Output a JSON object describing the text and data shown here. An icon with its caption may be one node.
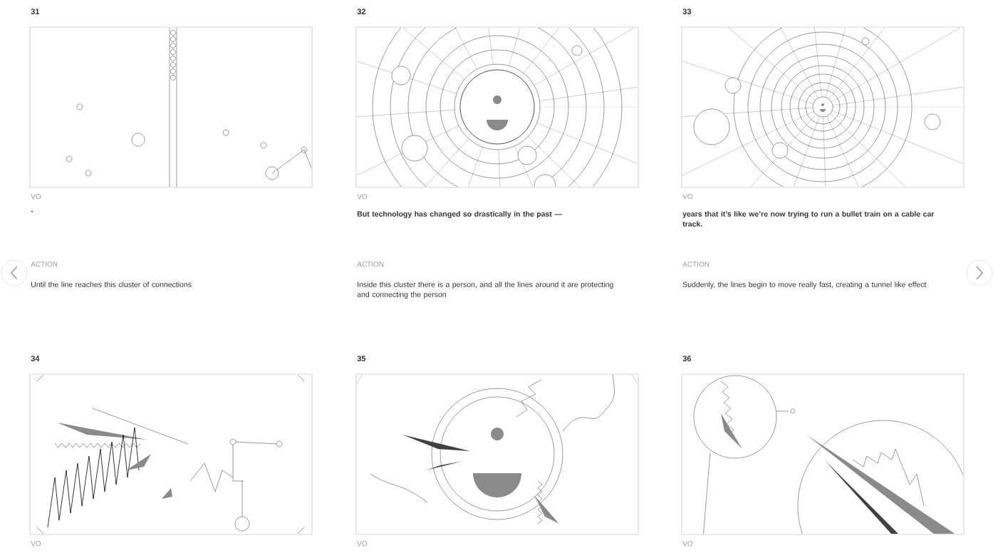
{
  "diagram": {
    "labels": [
      "31",
      "VO",
      "-",
      "ACTION",
      "Until the line reaches this cluster of connections",
      "32",
      "VO",
      "But technology has changed so drastically in the past —",
      "ACTION",
      "Inside this cluster there is a person, and all the lines around it are protecting and connecting the person",
      "33",
      "VO",
      "years that it’s like we’re now trying to run a bullet train on a cable car track.",
      "ACTION",
      "Suddenly, the lines begin to move really fast, creating a tunnel like effect",
      "34",
      "VO",
      "35",
      "VO",
      "36",
      "VO"
    ]
  }
}
